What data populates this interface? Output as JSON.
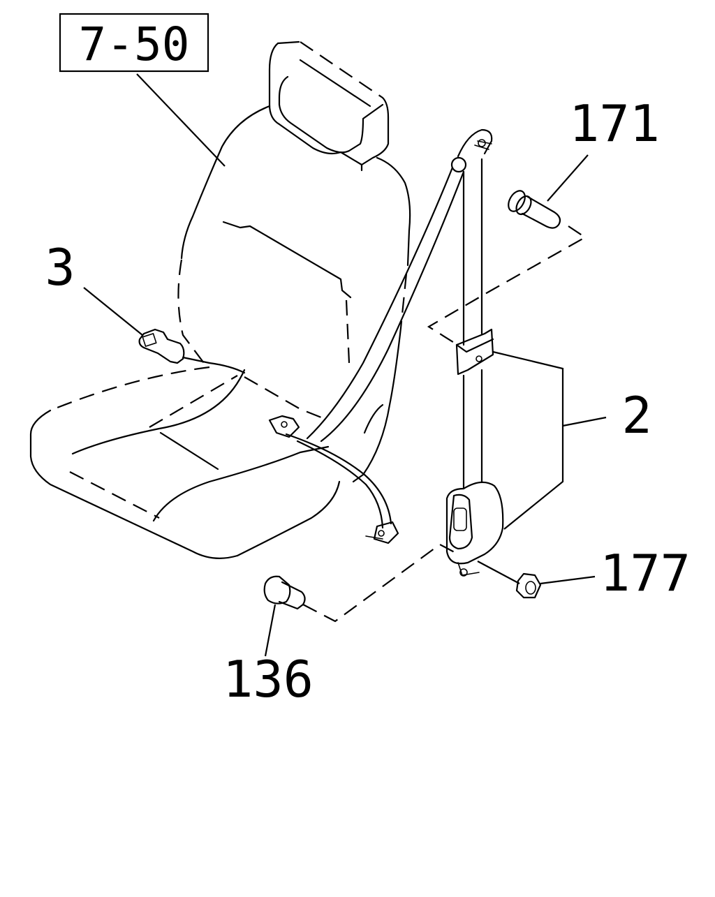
{
  "reference_box": {
    "text": "7-50"
  },
  "callouts": [
    {
      "id": "seat-belt-buckle",
      "text": "3"
    },
    {
      "id": "seat-belt-retractor-assembly",
      "text": "2"
    },
    {
      "id": "anchor-bolt-upper",
      "text": "171"
    },
    {
      "id": "nut",
      "text": "177"
    },
    {
      "id": "anchor-bolt-lower",
      "text": "136"
    }
  ]
}
